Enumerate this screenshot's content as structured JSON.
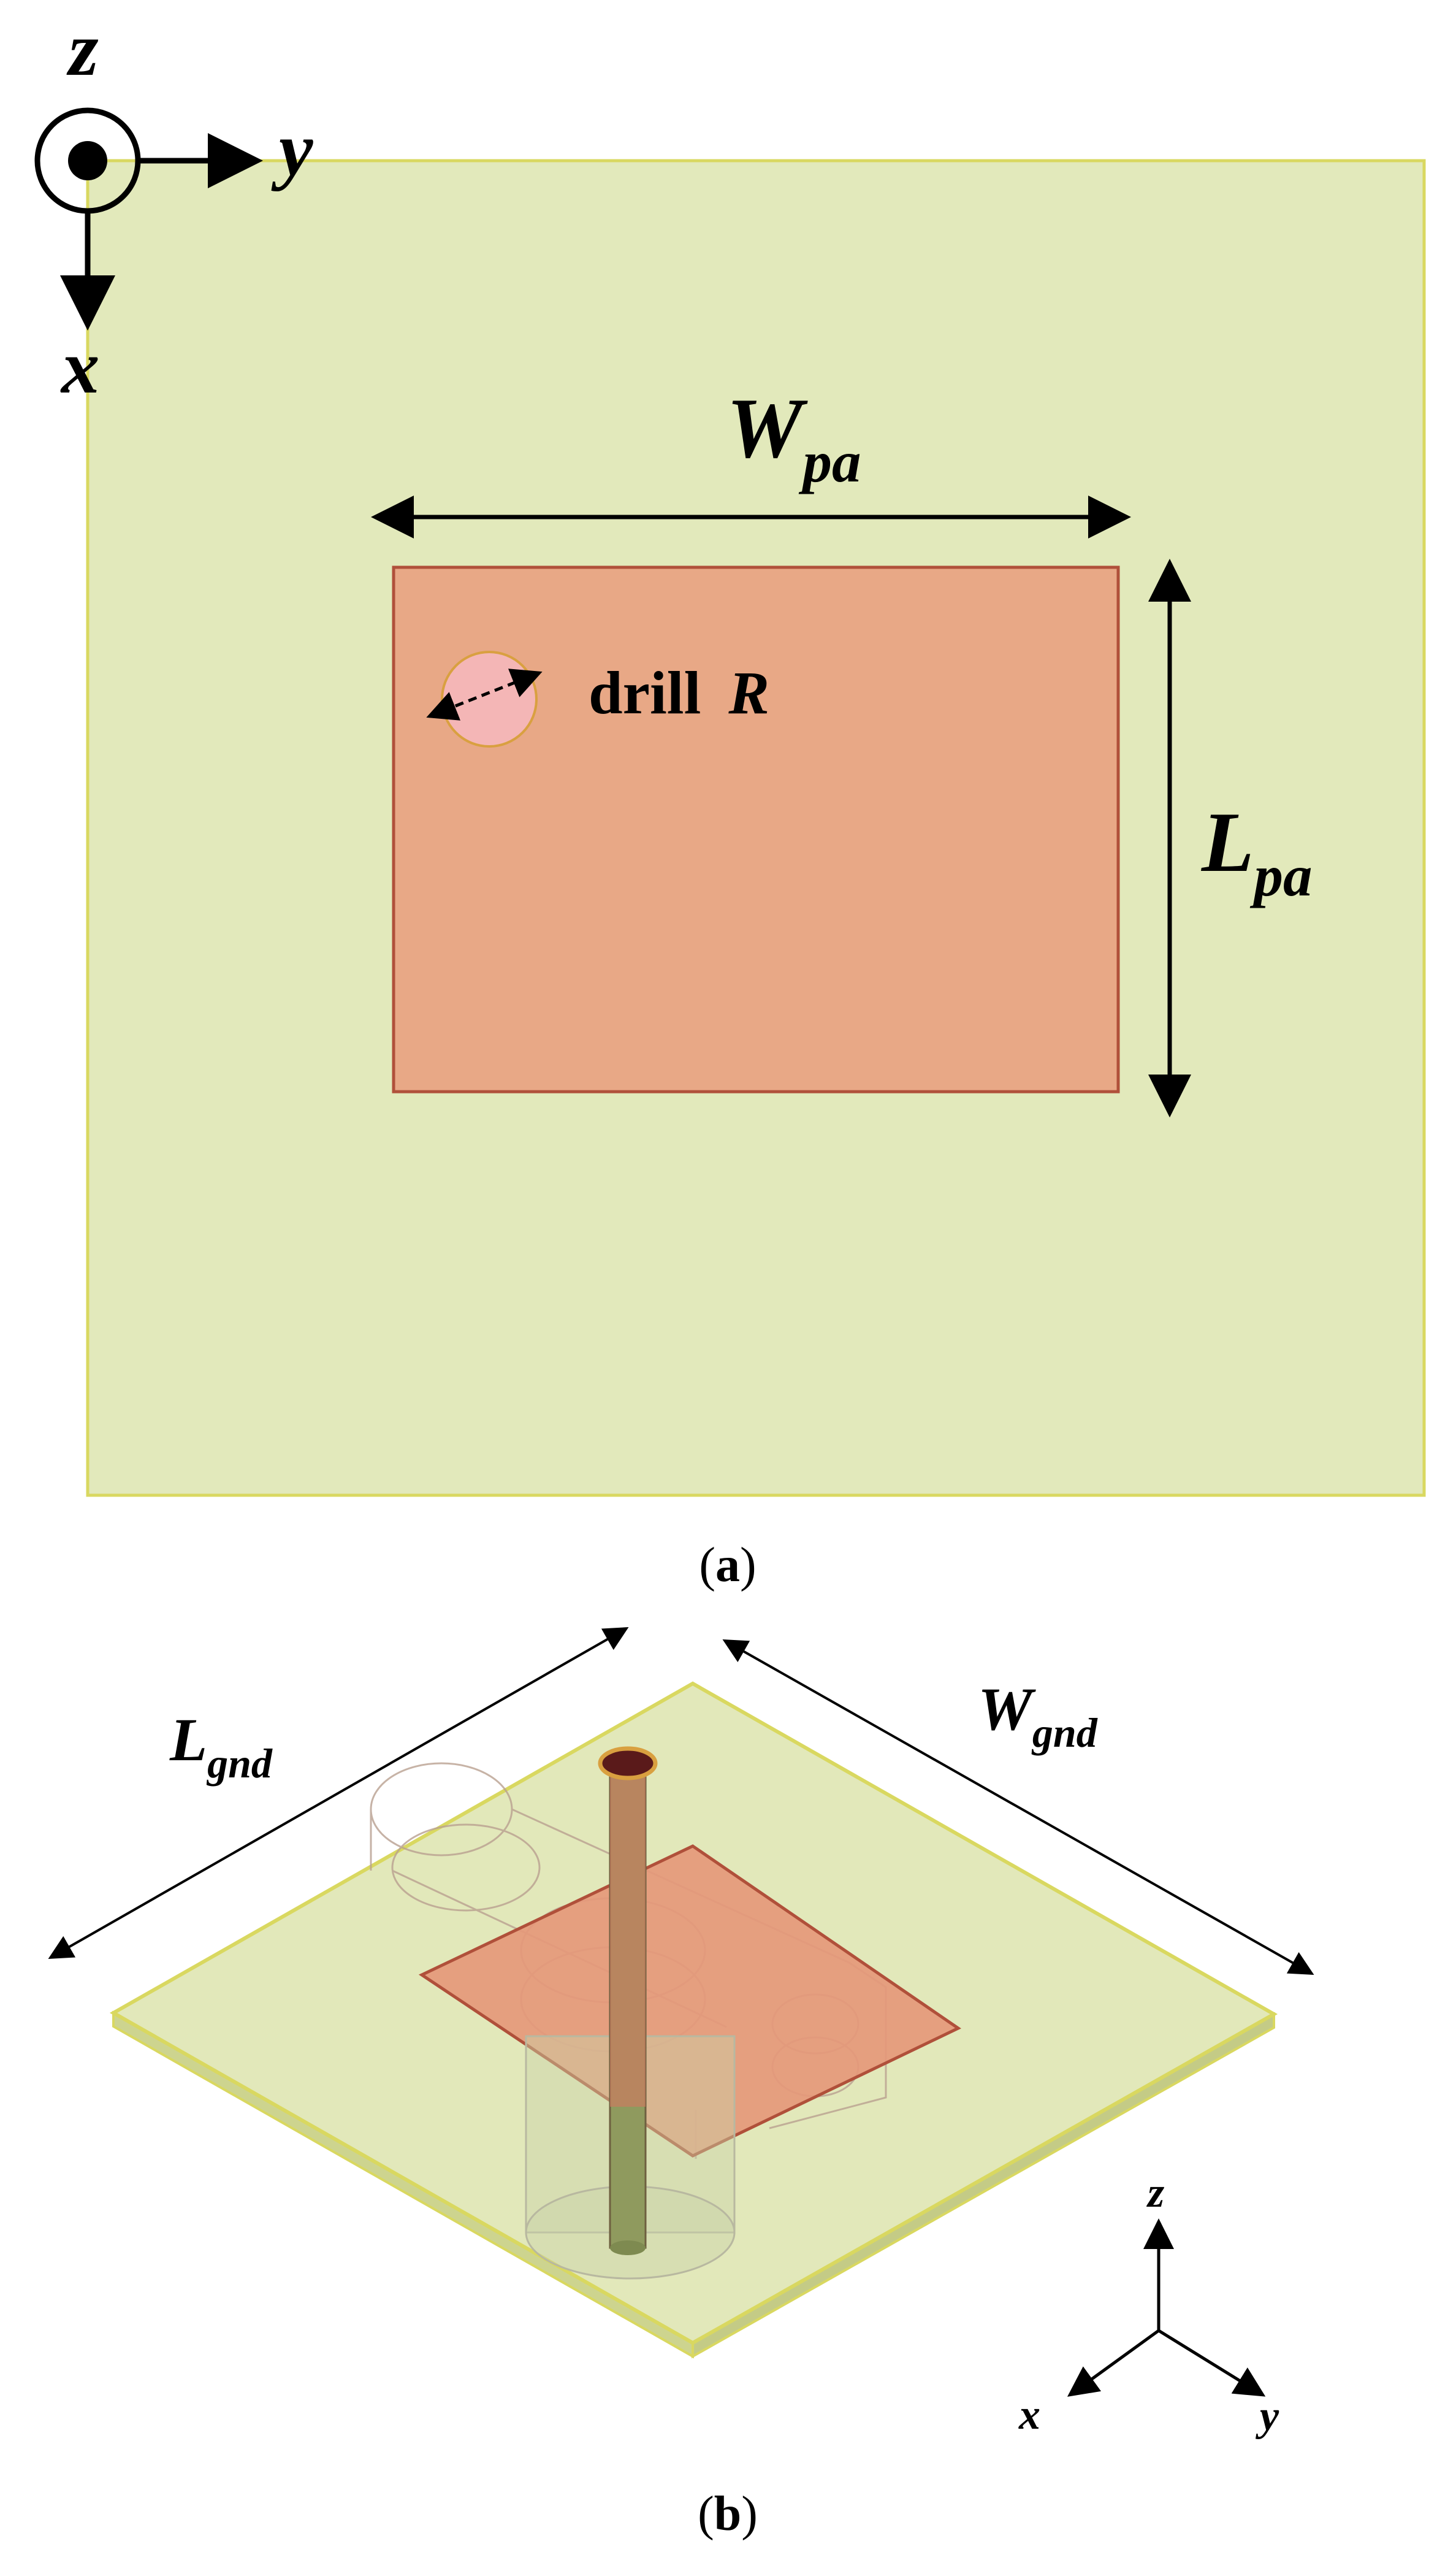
{
  "figure_a": {
    "axis_z": "z",
    "axis_y": "y",
    "axis_x": "x",
    "width_label": "W",
    "width_sub": "pa",
    "length_label": "L",
    "length_sub": "pa",
    "drill_word": "drill",
    "drill_symbol": "R",
    "caption_open": "(",
    "caption_letter": "a",
    "caption_close": ")"
  },
  "figure_b": {
    "length_label": "L",
    "length_sub": "gnd",
    "width_label": "W",
    "width_sub": "gnd",
    "axis_z": "z",
    "axis_x": "x",
    "axis_y": "y",
    "caption_open": "(",
    "caption_letter": "b",
    "caption_close": ")"
  },
  "colors": {
    "substrate": "#e2e9bb",
    "substrate_edge": "#d9d860",
    "patch": "#e8a886",
    "patch_edge": "#b0503a",
    "drill": "#f4b6b6",
    "probe_top": "#5a1a1a"
  }
}
